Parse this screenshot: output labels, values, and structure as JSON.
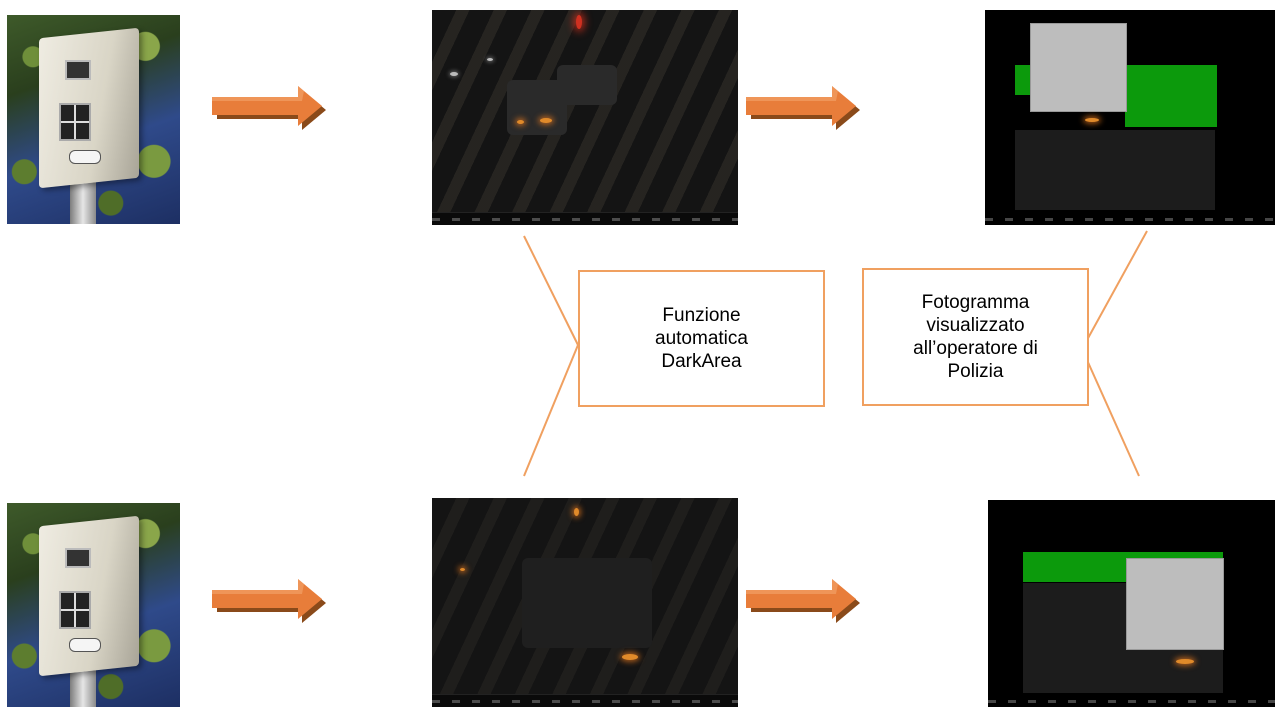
{
  "callouts": {
    "darkarea": "Funzione\nautomatica\nDarkArea",
    "operator": "Fotogramma\nvisualizzato\nall’operatore di\nPolizia"
  },
  "colors": {
    "arrow": "#e87d3a",
    "callout_border": "#f0a060",
    "mask_green": "#0c9a0c",
    "mask_grey": "#bdbdbd"
  },
  "icons": {
    "camera": "speed-camera-photo",
    "arrow": "right-arrow"
  }
}
